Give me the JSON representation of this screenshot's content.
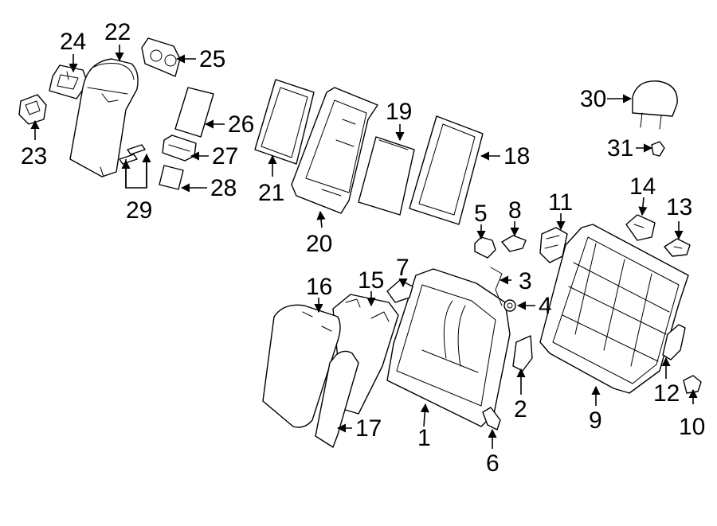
{
  "callouts": [
    "1",
    "2",
    "3",
    "4",
    "5",
    "6",
    "7",
    "8",
    "9",
    "10",
    "11",
    "12",
    "13",
    "14",
    "15",
    "16",
    "17",
    "18",
    "19",
    "20",
    "21",
    "22",
    "23",
    "24",
    "25",
    "26",
    "27",
    "28",
    "29",
    "30",
    "31"
  ],
  "colors": {
    "line": "#000000",
    "background": "#ffffff"
  }
}
